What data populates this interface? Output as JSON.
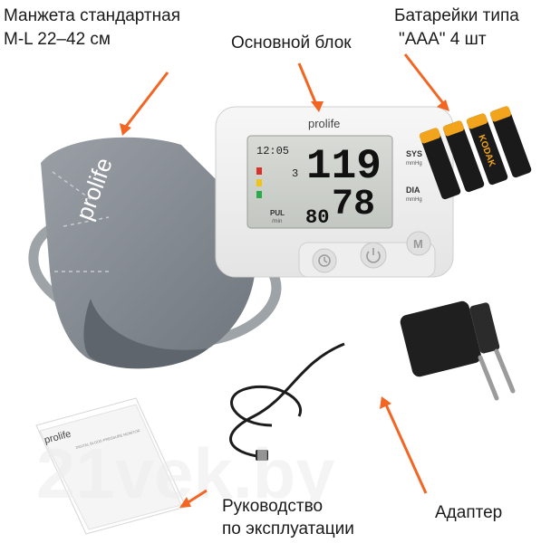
{
  "labels": {
    "cuff_line1": "Манжета стандартная",
    "cuff_line2": "M-L 22–42 см",
    "main_unit": "Основной блок",
    "batteries_line1": "Батарейки типа",
    "batteries_line2": "\"AAA\" 4 шт",
    "manual_line1": "Руководство",
    "manual_line2": "по эксплуатации",
    "adapter": "Адаптер"
  },
  "device": {
    "brand": "prolife",
    "display": {
      "time": "12:05",
      "sys_value": "119",
      "dia_value": "78",
      "pulse_value": "80",
      "memory_no": "3",
      "sys_label": "SYS",
      "sys_unit": "mmHg",
      "dia_label": "DIA",
      "dia_unit": "mmHg",
      "pul_label": "PUL",
      "pul_unit": "/min"
    },
    "buttons": [
      "clock",
      "power",
      "M"
    ]
  },
  "cuff": {
    "brand": "prolife"
  },
  "manual": {
    "brand": "prolife",
    "title": "DIGITAL BLOOD PRESSURE MONITOR"
  },
  "batteries": {
    "brand": "KODAK",
    "count": 4
  },
  "watermark": "21vek.by",
  "colors": {
    "arrow": "#f26522",
    "text": "#1a1a1a",
    "lcd": "#cfd3cc"
  }
}
